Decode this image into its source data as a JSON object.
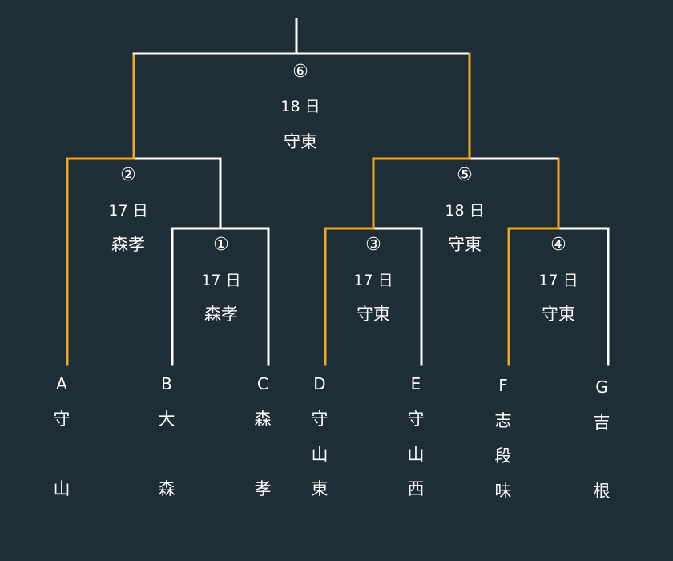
{
  "colors": {
    "background": "#1f2d36",
    "line": "#ffffff",
    "winner_path": "#f0a81e",
    "text": "#ffffff"
  },
  "matches": {
    "m1": {
      "number": "①",
      "day": "17 日",
      "venue": "森孝"
    },
    "m2": {
      "number": "②",
      "day": "17 日",
      "venue": "森孝"
    },
    "m3": {
      "number": "③",
      "day": "17 日",
      "venue": "守東"
    },
    "m4": {
      "number": "④",
      "day": "17 日",
      "venue": "守東"
    },
    "m5": {
      "number": "⑤",
      "day": "18 日",
      "venue": "守東"
    },
    "m6": {
      "number": "⑥",
      "day": "18 日",
      "venue": "守東"
    }
  },
  "teams": [
    {
      "letter": "A",
      "name": [
        "守",
        "",
        "山"
      ]
    },
    {
      "letter": "B",
      "name": [
        "大",
        "",
        "森"
      ]
    },
    {
      "letter": "C",
      "name": [
        "森",
        "",
        "孝"
      ]
    },
    {
      "letter": "D",
      "name": [
        "守",
        "山",
        "東"
      ]
    },
    {
      "letter": "E",
      "name": [
        "守",
        "山",
        "西"
      ]
    },
    {
      "letter": "F",
      "name": [
        "志",
        "段",
        "味"
      ]
    },
    {
      "letter": "G",
      "name": [
        "吉",
        "",
        "根"
      ]
    }
  ]
}
